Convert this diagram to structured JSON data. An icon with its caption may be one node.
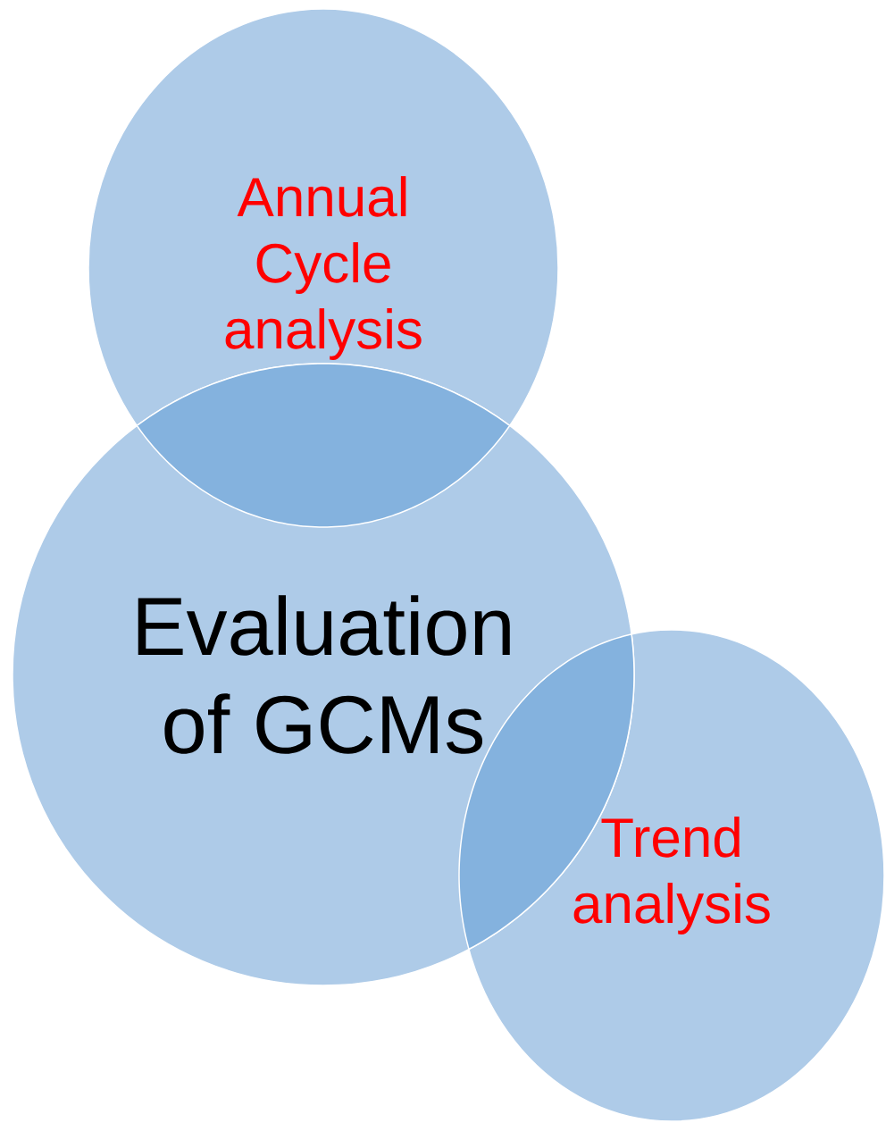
{
  "diagram": {
    "nodes": [
      {
        "text": [
          "Annual Cycle analysis"
        ]
      },
      {
        "text": [
          "Evaluation of GCMs"
        ]
      },
      {
        "text": [
          "Trend analysis"
        ]
      }
    ]
  }
}
